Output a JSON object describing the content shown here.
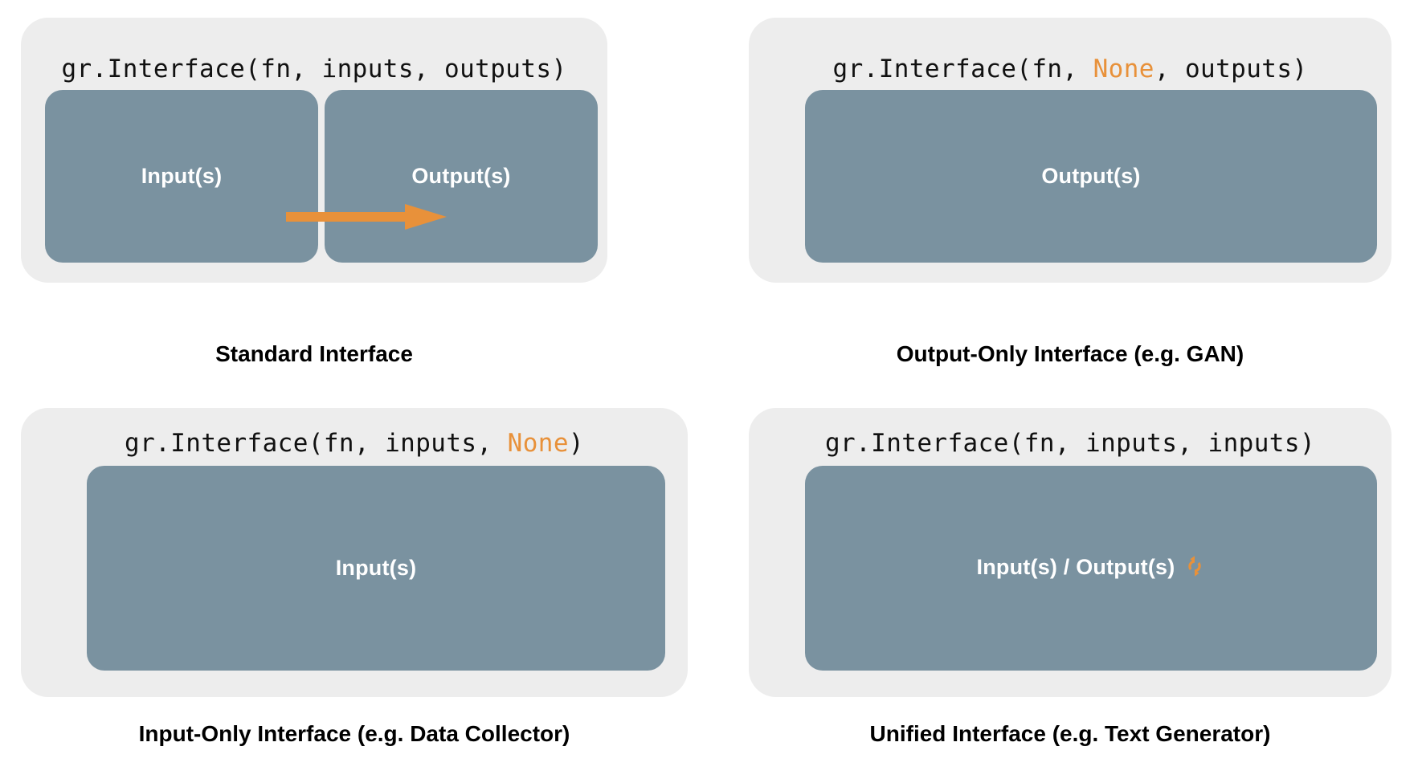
{
  "figure": {
    "background_color": "#ffffff",
    "panel_color": "#ededed",
    "box_color": "#7a92a0",
    "accent_color": "#e8913a",
    "text_color": "#000000",
    "box_text_color": "#ffffff"
  },
  "panels": [
    {
      "id": "standard",
      "code": {
        "prefix": "gr.Interface(fn, inputs, outputs)",
        "segments": [
          {
            "text": "gr.Interface(fn, inputs, outputs)",
            "accent": false
          }
        ]
      },
      "boxes": [
        {
          "label": "Input(s)"
        },
        {
          "label": "Output(s)"
        }
      ],
      "arrow": {
        "name": "flow-arrow",
        "direction": "right",
        "color": "#e8913a"
      },
      "caption": "Standard Interface"
    },
    {
      "id": "output-only",
      "code": {
        "segments": [
          {
            "text": "gr.Interface(fn, ",
            "accent": false
          },
          {
            "text": "None",
            "accent": true
          },
          {
            "text": ", outputs)",
            "accent": false
          }
        ]
      },
      "boxes": [
        {
          "label": "Output(s)"
        }
      ],
      "caption": "Output-Only Interface (e.g. GAN)"
    },
    {
      "id": "input-only",
      "code": {
        "segments": [
          {
            "text": "gr.Interface(fn, inputs, ",
            "accent": false
          },
          {
            "text": "None",
            "accent": true
          },
          {
            "text": ")",
            "accent": false
          }
        ]
      },
      "boxes": [
        {
          "label": "Input(s)"
        }
      ],
      "caption": "Input-Only Interface (e.g. Data Collector)"
    },
    {
      "id": "unified",
      "code": {
        "segments": [
          {
            "text": "gr.Interface(fn, inputs, inputs)",
            "accent": false
          }
        ]
      },
      "boxes": [
        {
          "label": "Input(s) / Output(s)",
          "icon": "sync-refresh-icon",
          "icon_color": "#e8913a"
        }
      ],
      "caption": "Unified Interface (e.g. Text Generator)"
    }
  ],
  "text": {
    "code_standard_full": "gr.Interface(fn, inputs, outputs)",
    "code_outputonly_a": "gr.Interface(fn, ",
    "code_outputonly_none": "None",
    "code_outputonly_b": ", outputs)",
    "code_inputonly_a": "gr.Interface(fn, inputs, ",
    "code_inputonly_none": "None",
    "code_inputonly_b": ")",
    "code_unified_full": "gr.Interface(fn, inputs, inputs)",
    "label_inputs": "Input(s)",
    "label_outputs": "Output(s)",
    "label_outputs_only": "Output(s)",
    "label_inputs_only": "Input(s)",
    "label_unified": "Input(s) / Output(s)",
    "caption_standard": "Standard Interface",
    "caption_outputonly": "Output-Only Interface (e.g. GAN)",
    "caption_inputonly": "Input-Only Interface (e.g. Data Collector)",
    "caption_unified": "Unified Interface (e.g. Text Generator)"
  }
}
